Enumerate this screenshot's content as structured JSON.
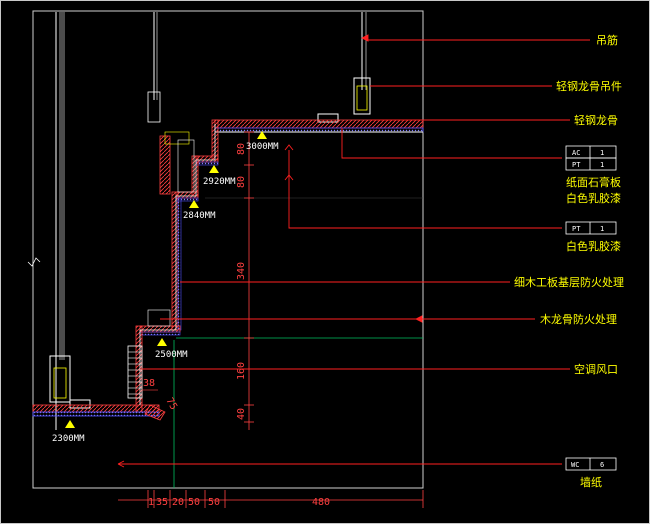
{
  "labels": {
    "hanger_rod": "吊筋",
    "light_steel_hanger": "轻钢龙骨吊件",
    "light_steel_keel": "轻钢龙骨",
    "gypsum_board_line1": "纸面石膏板",
    "gypsum_board_line2": "白色乳胶漆",
    "white_latex": "白色乳胶漆",
    "plywood_fireproof": "细木工板基层防火处理",
    "wood_keel_fireproof": "木龙骨防火处理",
    "ac_vent": "空调风口",
    "wallpaper": "墙纸"
  },
  "tags": {
    "ac": {
      "code": "AC",
      "num": "1"
    },
    "pt1": {
      "code": "PT",
      "num": "1"
    },
    "pt2": {
      "code": "PT",
      "num": "1"
    },
    "wc": {
      "code": "WC",
      "num": "6"
    }
  },
  "levels": {
    "l3000": "3000MM",
    "l2920": "2920MM",
    "l2840": "2840MM",
    "l2500": "2500MM",
    "l2300": "2300MM"
  },
  "vertical_dims": {
    "d80a": "80",
    "d80b": "80",
    "d340": "340",
    "d160": "160",
    "d40": "40"
  },
  "small_dims": {
    "d38": "38",
    "d75": "75"
  },
  "horizontal_dims": {
    "h1": "1",
    "h35": "35",
    "h20": "20",
    "h50a": "50",
    "h50b": "50",
    "h480": "480"
  },
  "colors": {
    "background": "#000000",
    "leader": "#ff2020",
    "label": "#ffff00",
    "wood": "#c83020",
    "gypsum": "#5050ff",
    "outline": "#ffffff",
    "guide": "#00c060",
    "marker": "#ffff00"
  }
}
